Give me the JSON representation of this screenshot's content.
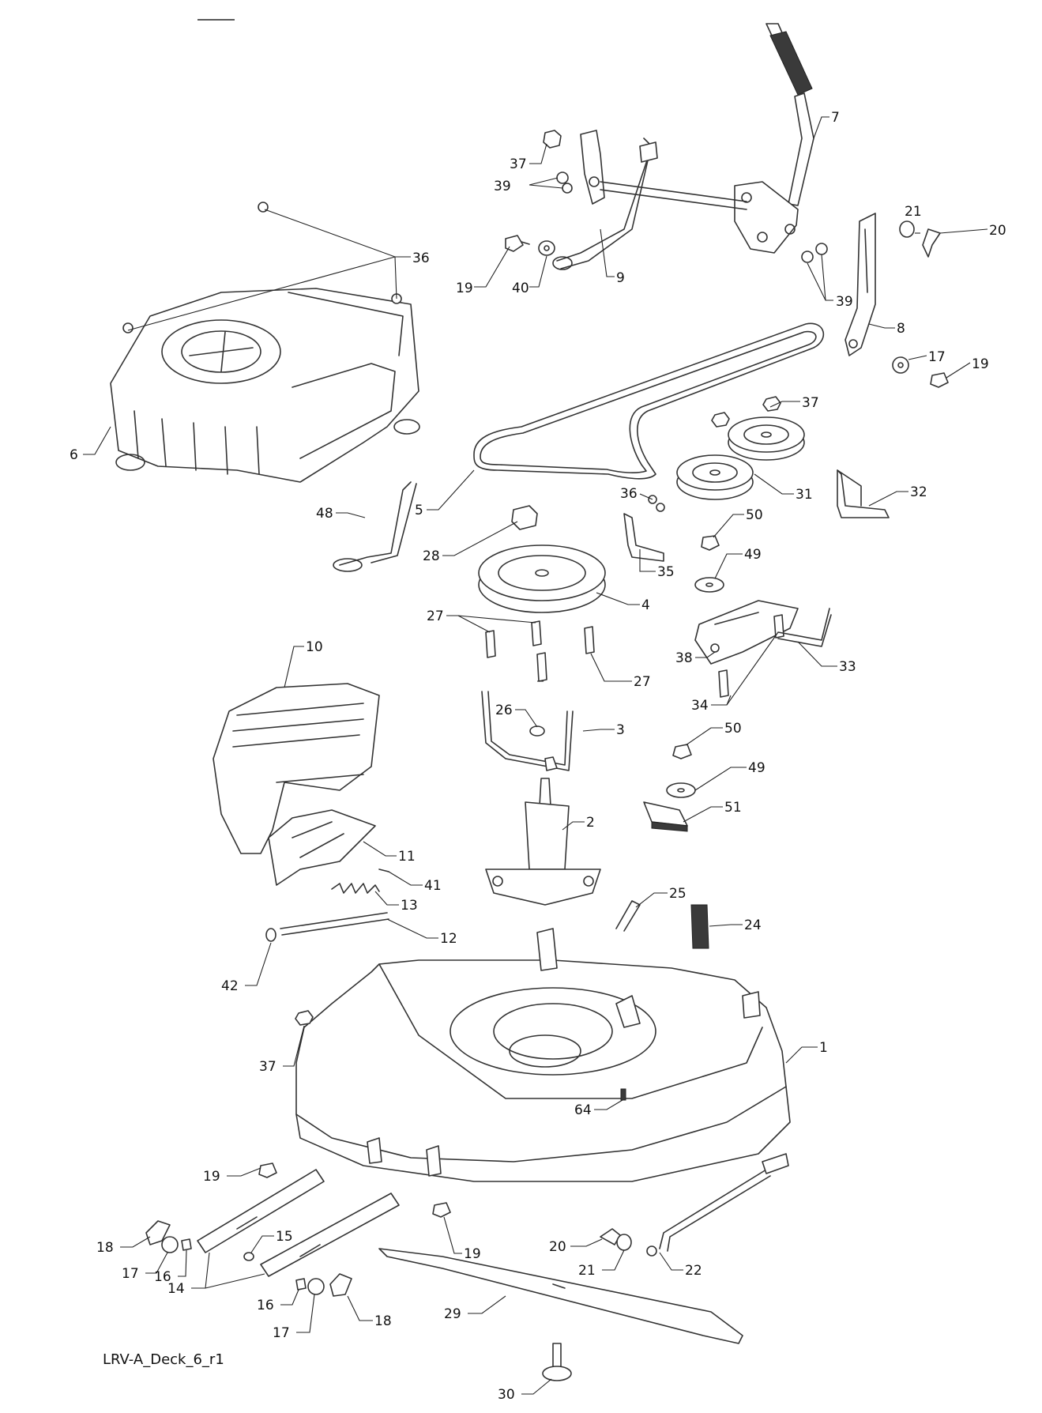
{
  "caption": "LRV-A_Deck_6_r1",
  "callouts": [
    {
      "id": "c7",
      "label": "7"
    },
    {
      "id": "c37a",
      "label": "37"
    },
    {
      "id": "c39a",
      "label": "39"
    },
    {
      "id": "c21a",
      "label": "21"
    },
    {
      "id": "c20a",
      "label": "20"
    },
    {
      "id": "c36a",
      "label": "36"
    },
    {
      "id": "c19a",
      "label": "19"
    },
    {
      "id": "c40",
      "label": "40"
    },
    {
      "id": "c9",
      "label": "9"
    },
    {
      "id": "c39b",
      "label": "39"
    },
    {
      "id": "c8",
      "label": "8"
    },
    {
      "id": "c17a",
      "label": "17"
    },
    {
      "id": "c19b",
      "label": "19"
    },
    {
      "id": "c37b",
      "label": "37"
    },
    {
      "id": "c6",
      "label": "6"
    },
    {
      "id": "c5",
      "label": "5"
    },
    {
      "id": "c31",
      "label": "31"
    },
    {
      "id": "c36b",
      "label": "36"
    },
    {
      "id": "c32",
      "label": "32"
    },
    {
      "id": "c48",
      "label": "48"
    },
    {
      "id": "c28",
      "label": "28"
    },
    {
      "id": "c50a",
      "label": "50"
    },
    {
      "id": "c35",
      "label": "35"
    },
    {
      "id": "c49a",
      "label": "49"
    },
    {
      "id": "c4",
      "label": "4"
    },
    {
      "id": "c27a",
      "label": "27"
    },
    {
      "id": "c38",
      "label": "38"
    },
    {
      "id": "c33",
      "label": "33"
    },
    {
      "id": "c34",
      "label": "34"
    },
    {
      "id": "c27b",
      "label": "27"
    },
    {
      "id": "c10",
      "label": "10"
    },
    {
      "id": "c26",
      "label": "26"
    },
    {
      "id": "c3",
      "label": "3"
    },
    {
      "id": "c50b",
      "label": "50"
    },
    {
      "id": "c49b",
      "label": "49"
    },
    {
      "id": "c51",
      "label": "51"
    },
    {
      "id": "c2",
      "label": "2"
    },
    {
      "id": "c11",
      "label": "11"
    },
    {
      "id": "c41",
      "label": "41"
    },
    {
      "id": "c13",
      "label": "13"
    },
    {
      "id": "c25",
      "label": "25"
    },
    {
      "id": "c24",
      "label": "24"
    },
    {
      "id": "c12",
      "label": "12"
    },
    {
      "id": "c42",
      "label": "42"
    },
    {
      "id": "c1",
      "label": "1"
    },
    {
      "id": "c37c",
      "label": "37"
    },
    {
      "id": "c64",
      "label": "64"
    },
    {
      "id": "c19c",
      "label": "19"
    },
    {
      "id": "c15",
      "label": "15"
    },
    {
      "id": "c18a",
      "label": "18"
    },
    {
      "id": "c17b",
      "label": "17"
    },
    {
      "id": "c16a",
      "label": "16"
    },
    {
      "id": "c19d",
      "label": "19"
    },
    {
      "id": "c20b",
      "label": "20"
    },
    {
      "id": "c21b",
      "label": "21"
    },
    {
      "id": "c22",
      "label": "22"
    },
    {
      "id": "c14",
      "label": "14"
    },
    {
      "id": "c16b",
      "label": "16"
    },
    {
      "id": "c17c",
      "label": "17"
    },
    {
      "id": "c18b",
      "label": "18"
    },
    {
      "id": "c29",
      "label": "29"
    },
    {
      "id": "c30",
      "label": "30"
    }
  ]
}
